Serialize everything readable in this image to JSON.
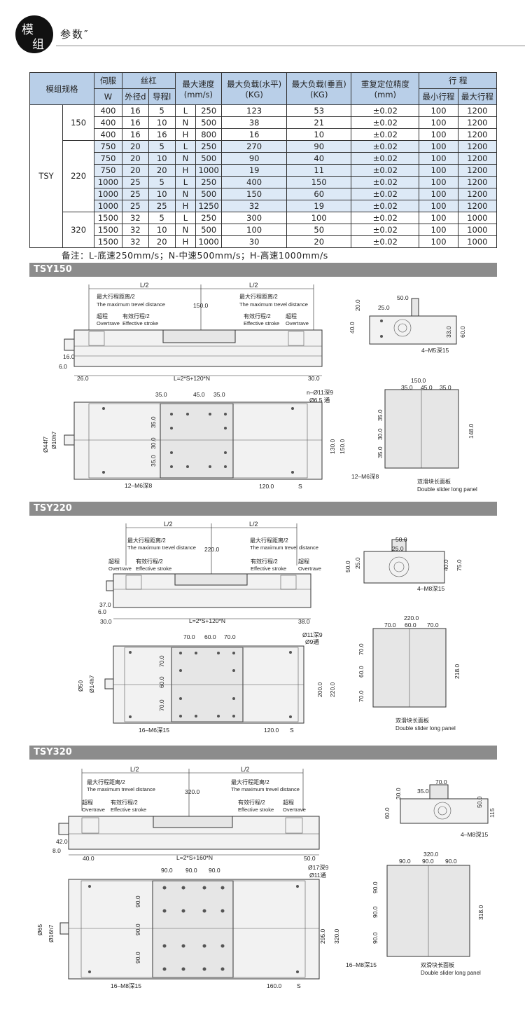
{
  "header": {
    "logo_char1": "模",
    "logo_char2": "组",
    "title": "参数″"
  },
  "table": {
    "h_spec": "模组规格",
    "h_motor": "伺服",
    "h_motor_w": "W",
    "h_screw": "丝杠",
    "h_screw_d": "外径d",
    "h_screw_l": "导程l",
    "h_speed": "最大速度",
    "h_speed_unit": "(mm/s)",
    "h_load_h": "最大负载(水平)",
    "h_load_h_unit": "(KG)",
    "h_load_v": "最大负载(垂直)",
    "h_load_v_unit": "(KG)",
    "h_repeat": "重复定位精度",
    "h_repeat_unit": "(mm)",
    "h_stroke": "行  程",
    "h_stroke_min": "最小行程",
    "h_stroke_max": "最大行程",
    "model": "TSY",
    "groups": [
      "150",
      "220",
      "320"
    ],
    "rows": [
      [
        "400",
        "16",
        "5",
        "L",
        "250",
        "123",
        "53",
        "±0.02",
        "100",
        "1200"
      ],
      [
        "400",
        "16",
        "10",
        "N",
        "500",
        "38",
        "21",
        "±0.02",
        "100",
        "1200"
      ],
      [
        "400",
        "16",
        "16",
        "H",
        "800",
        "16",
        "10",
        "±0.02",
        "100",
        "1200"
      ],
      [
        "750",
        "20",
        "5",
        "L",
        "250",
        "270",
        "90",
        "±0.02",
        "100",
        "1200"
      ],
      [
        "750",
        "20",
        "10",
        "N",
        "500",
        "90",
        "40",
        "±0.02",
        "100",
        "1200"
      ],
      [
        "750",
        "20",
        "20",
        "H",
        "1000",
        "19",
        "11",
        "±0.02",
        "100",
        "1200"
      ],
      [
        "1000",
        "25",
        "5",
        "L",
        "250",
        "400",
        "150",
        "±0.02",
        "100",
        "1200"
      ],
      [
        "1000",
        "25",
        "10",
        "N",
        "500",
        "150",
        "60",
        "±0.02",
        "100",
        "1200"
      ],
      [
        "1000",
        "25",
        "25",
        "H",
        "1250",
        "32",
        "19",
        "±0.02",
        "100",
        "1200"
      ],
      [
        "1500",
        "32",
        "5",
        "L",
        "250",
        "300",
        "100",
        "±0.02",
        "100",
        "1000"
      ],
      [
        "1500",
        "32",
        "10",
        "N",
        "500",
        "100",
        "50",
        "±0.02",
        "100",
        "1000"
      ],
      [
        "1500",
        "32",
        "20",
        "H",
        "1000",
        "30",
        "20",
        "±0.02",
        "100",
        "1000"
      ]
    ]
  },
  "note": "备注：L-底速250mm/s；N-中速500mm/s；H-高速1000mm/s",
  "common": {
    "half_len": "L/2",
    "max_travel_cn": "最大行程距离/2",
    "max_travel_en": "The maximum trevel distance",
    "eff_stroke_cn": "有效行程/2",
    "eff_stroke_en": "Effective stroke",
    "over_cn": "超程",
    "over_en": "Overtrave",
    "panel_cn": "双滑块长面板",
    "panel_en": "Double slider long panel"
  },
  "sections": [
    {
      "title": "TSY150",
      "top_center": "150.0",
      "length_formula": "L=2*S+120*N",
      "left_dims": [
        "16.0",
        "6.0",
        "26.0"
      ],
      "right_dim": "30.0",
      "end_view": {
        "dims": [
          "50.0",
          "25.0",
          "20.0",
          "40.0",
          "33.0",
          "60.0"
        ],
        "thread": "4–M5深15"
      },
      "plan": {
        "pitch": [
          "35.0",
          "45.0",
          "35.0"
        ],
        "vert": [
          "35.0",
          "30.0",
          "35.0"
        ],
        "holes": "n–Ø11深9",
        "thru": "Ø6.5 通",
        "shaft": "Ø10h7",
        "flange": "Ø44f7",
        "width_in": "130.0",
        "width_out": "150.0",
        "pitch_s": "120.0",
        "s": "S",
        "thread": "12–M6深8"
      },
      "panel": {
        "width": "150.0",
        "pitch": [
          "35.0",
          "45.0",
          "35.0"
        ],
        "vert": [
          "35.0",
          "30.0",
          "35.0"
        ],
        "height": "148.0",
        "thread": "12–M6深8"
      }
    },
    {
      "title": "TSY220",
      "top_center": "220.0",
      "length_formula": "L=2*S+120*N",
      "left_dims": [
        "37.0",
        "6.0",
        "30.0"
      ],
      "right_dim": "38.0",
      "end_view": {
        "dims": [
          "50.0",
          "25.0",
          "50.0",
          "25.0",
          "40.0",
          "75.0"
        ],
        "thread": "4–M8深15"
      },
      "plan": {
        "pitch": [
          "70.0",
          "60.0",
          "70.0"
        ],
        "vert": [
          "70.0",
          "60.0",
          "70.0"
        ],
        "holes": "Ø11深9",
        "thru": "Ø9通",
        "shaft": "Ø14h7",
        "flange": "Ø50",
        "width_in": "200.0",
        "width_out": "220.0",
        "pitch_s": "120.0",
        "s": "S",
        "thread": "16–M6深15"
      },
      "panel": {
        "width": "220.0",
        "pitch": [
          "70.0",
          "60.0",
          "70.0"
        ],
        "vert": [
          "70.0",
          "60.0",
          "70.0"
        ],
        "height": "218.0",
        "thread": ""
      }
    },
    {
      "title": "TSY320",
      "top_center": "320.0",
      "length_formula": "L=2*S+160*N",
      "left_dims": [
        "42.0",
        "8.0",
        "40.0"
      ],
      "right_dim": "50.0",
      "end_view": {
        "dims": [
          "70.0",
          "35.0",
          "30.0",
          "60.0",
          "50.0",
          "115"
        ],
        "thread": "4–M8深15"
      },
      "plan": {
        "pitch": [
          "90.0",
          "90.0",
          "90.0"
        ],
        "vert": [
          "90.0",
          "90.0",
          "90.0"
        ],
        "holes": "Ø17深9",
        "thru": "Ø11通",
        "shaft": "Ø16h7",
        "flange": "Ø65",
        "width_in": "295.0",
        "width_out": "320.0",
        "pitch_s": "160.0",
        "s": "S",
        "thread": "16–M8深15"
      },
      "panel": {
        "width": "320.0",
        "pitch": [
          "90.0",
          "90.0",
          "90.0"
        ],
        "vert": [
          "90.0",
          "90.0",
          "90.0"
        ],
        "height": "318.0",
        "thread": "16–M8深15"
      }
    }
  ]
}
